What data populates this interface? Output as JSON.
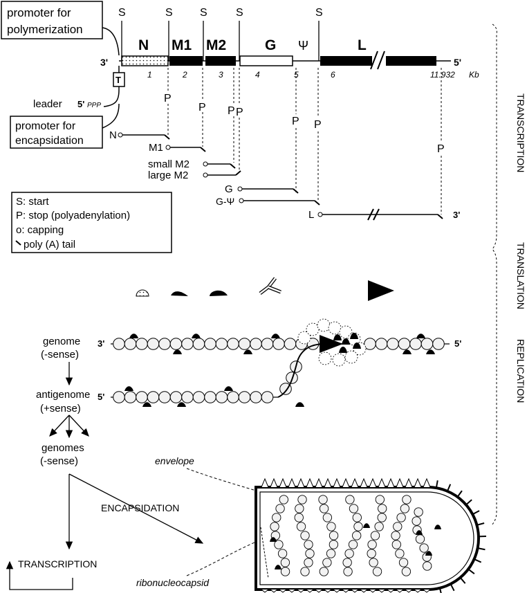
{
  "promoter_polymerization": [
    "promoter for",
    "polymerization"
  ],
  "promoter_encapsidation": [
    "promoter for",
    "encapsidation"
  ],
  "leader_label": "leader",
  "leader_end": "5'",
  "leader_ppp": "PPP",
  "terminal_box": "T",
  "genome_3prime": "3'",
  "genome_5prime": "5'",
  "start_marker": "S",
  "stop_marker": "P",
  "genes": [
    {
      "name": "N",
      "kb": "1"
    },
    {
      "name": "M1",
      "kb": "2"
    },
    {
      "name": "M2",
      "kb": "3"
    },
    {
      "name": "G",
      "kb": "4"
    },
    {
      "name": "Ψ",
      "kb": "5"
    },
    {
      "name": "L",
      "kb": "6"
    }
  ],
  "genome_length": "11.932",
  "kb_unit": "Kb",
  "transcripts": [
    {
      "label": "N"
    },
    {
      "label": "M1"
    },
    {
      "label": "small M2"
    },
    {
      "label": "large M2"
    },
    {
      "label": "G"
    },
    {
      "label": "G-Ψ"
    },
    {
      "label": "L"
    }
  ],
  "transcript_l_end": "3'",
  "legend": [
    "S: start",
    "P: stop (polyadenylation)",
    "o: capping",
    "poly (A) tail"
  ],
  "phase_labels": [
    "TRANSCRIPTION",
    "TRANSLATION",
    "REPLICATION"
  ],
  "replication": {
    "genome": [
      "genome",
      "(-sense)"
    ],
    "antigenome": [
      "antigenome",
      "(+sense)"
    ],
    "genomes": [
      "genomes",
      "(-sense)"
    ],
    "strand1_left": "3'",
    "strand1_right": "5'",
    "strand2_left": "5'"
  },
  "encapsidation": "ENCAPSIDATION",
  "transcription_loop": "TRANSCRIPTION",
  "envelope": "envelope",
  "ribonucleocapsid": "ribonucleocapsid",
  "colors": {
    "ink": "#000000",
    "paper": "#ffffff",
    "bead": "#f2f2f2"
  }
}
